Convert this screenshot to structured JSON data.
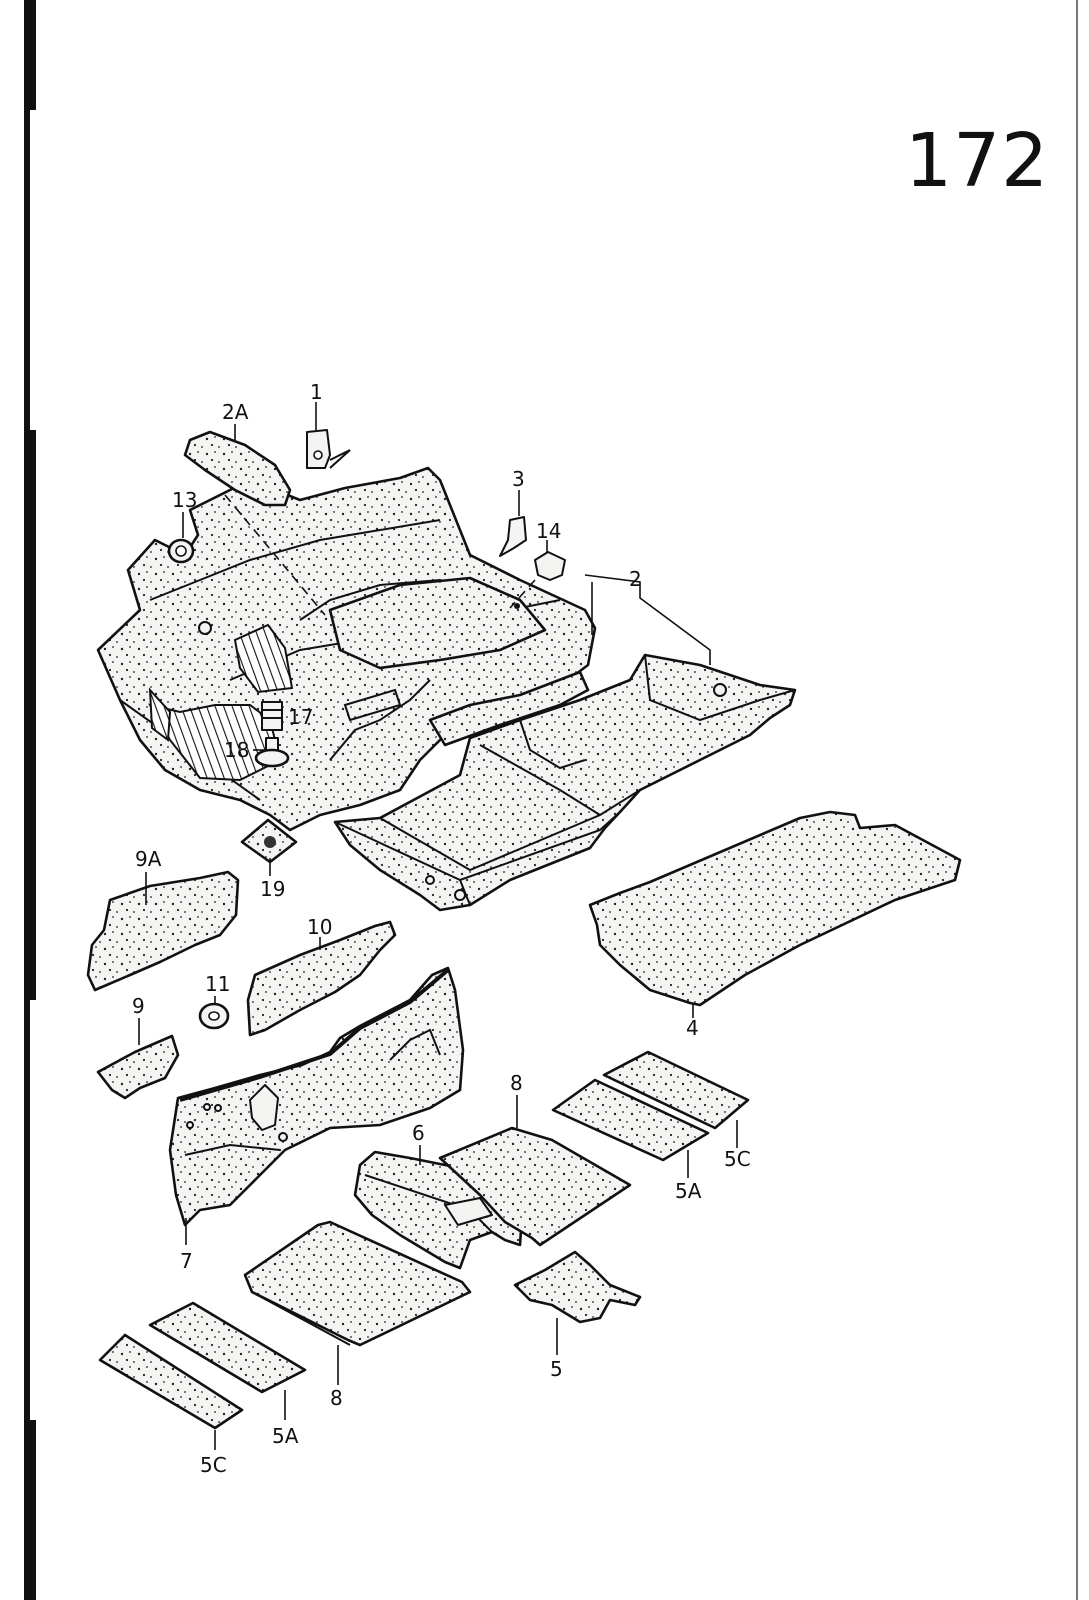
{
  "page_number": "172",
  "callouts": {
    "c1": "1",
    "c2": "2",
    "c2a": "2A",
    "c3": "3",
    "c4": "4",
    "c5": "5",
    "c5a_upper": "5A",
    "c5c_upper": "5C",
    "c5a_lower": "5A",
    "c5c_lower": "5C",
    "c6": "6",
    "c7": "7",
    "c8_upper": "8",
    "c8_lower": "8",
    "c9": "9",
    "c9a": "9A",
    "c10": "10",
    "c11": "11",
    "c13": "13",
    "c14": "14",
    "c17": "17",
    "c18": "18",
    "c19": "19"
  },
  "colors": {
    "ink": "#111111",
    "paper": "#ffffff",
    "insulation": "#f4f4f2"
  }
}
